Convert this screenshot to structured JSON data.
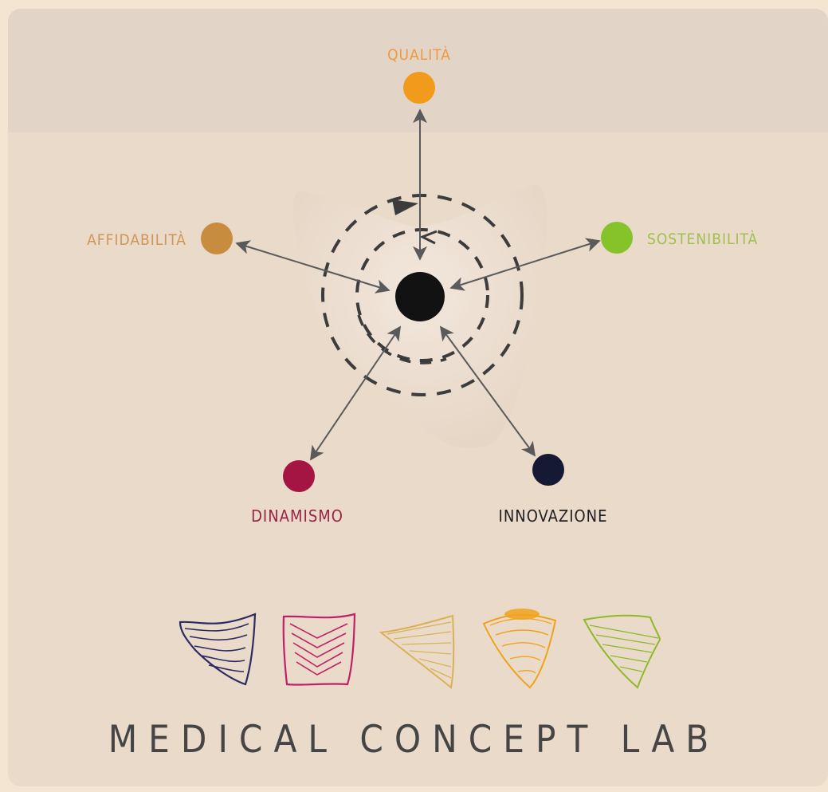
{
  "diagram": {
    "center": {
      "color": "#121212"
    },
    "nodes": [
      {
        "id": "qualita",
        "label": "QUALITÀ",
        "color": "#f19a1c",
        "label_color": "#ee9a3e"
      },
      {
        "id": "affidabilita",
        "label": "AFFIDABILITÀ",
        "color": "#c78c3e",
        "label_color": "#cf9558"
      },
      {
        "id": "sostenibilita",
        "label": "SOSTENIBILITÀ",
        "color": "#86c22a",
        "label_color": "#9fbf53"
      },
      {
        "id": "dinamismo",
        "label": "DINAMISMO",
        "color": "#a51543",
        "label_color": "#9a2447"
      },
      {
        "id": "innovazione",
        "label": "INNOVAZIONE",
        "color": "#151933",
        "label_color": "#1f1f24"
      }
    ],
    "arrow_color": "#5a5a5a"
  },
  "logos": [
    {
      "name": "navy",
      "color": "#2c2a63"
    },
    {
      "name": "magenta",
      "color": "#c12068"
    },
    {
      "name": "gold",
      "color": "#d9b257"
    },
    {
      "name": "orange",
      "color": "#f1a21d"
    },
    {
      "name": "green",
      "color": "#8fb92a"
    }
  ],
  "footer": {
    "title": "MEDICAL CONCEPT LAB"
  }
}
